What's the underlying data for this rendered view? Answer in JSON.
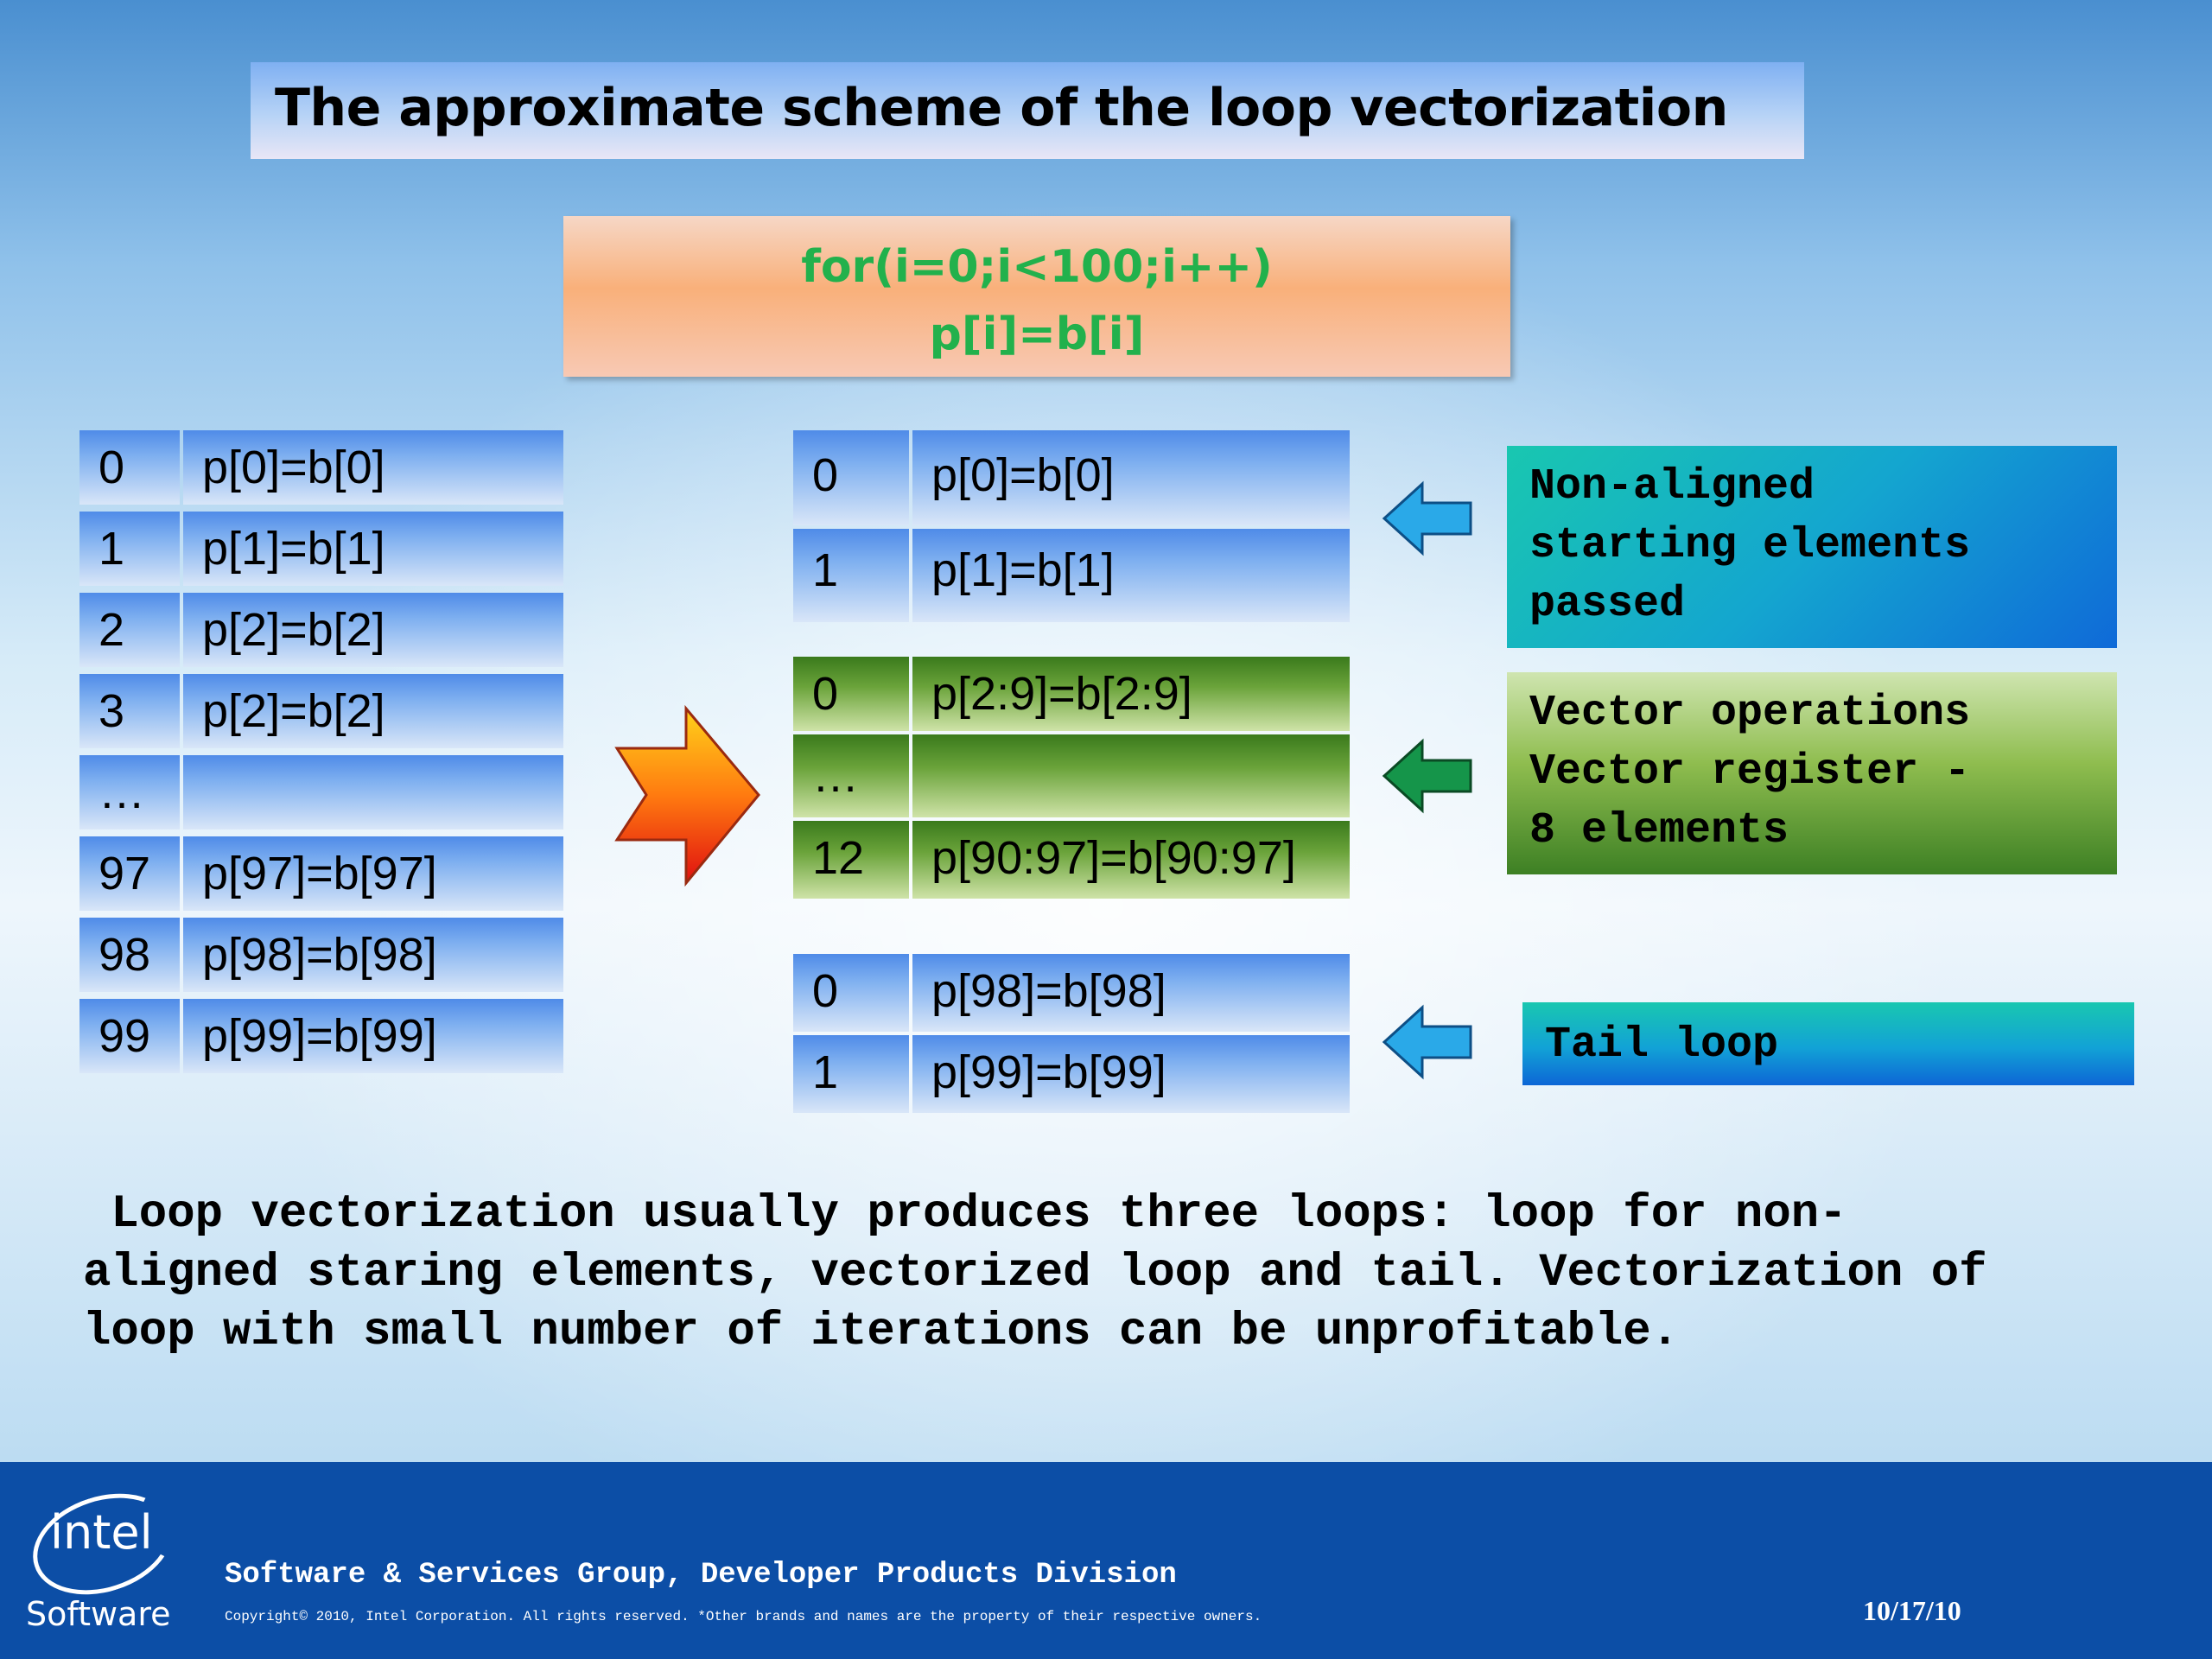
{
  "title": "The approximate scheme of  the loop vectorization",
  "code": {
    "line1": "for(i=0;i<100;i++)",
    "line2": "p[i]=b[i]"
  },
  "original_loop": [
    {
      "idx": "0",
      "expr": "p[0]=b[0]"
    },
    {
      "idx": "1",
      "expr": "p[1]=b[1]"
    },
    {
      "idx": "2",
      "expr": "p[2]=b[2]"
    },
    {
      "idx": "3",
      "expr": "p[2]=b[2]"
    },
    {
      "idx": "…",
      "expr": ""
    },
    {
      "idx": "97",
      "expr": "p[97]=b[97]"
    },
    {
      "idx": "98",
      "expr": "p[98]=b[98]"
    },
    {
      "idx": "99",
      "expr": "p[99]=b[99]"
    }
  ],
  "prologue_loop": [
    {
      "idx": "0",
      "expr": "p[0]=b[0]"
    },
    {
      "idx": "1",
      "expr": "p[1]=b[1]"
    }
  ],
  "vector_loop": [
    {
      "idx": "0",
      "expr": "p[2:9]=b[2:9]"
    },
    {
      "idx": "…",
      "expr": ""
    },
    {
      "idx": "12",
      "expr": "p[90:97]=b[90:97]"
    }
  ],
  "tail_loop": [
    {
      "idx": "0",
      "expr": "p[98]=b[98]"
    },
    {
      "idx": "1",
      "expr": "p[99]=b[99]"
    }
  ],
  "callouts": {
    "non_aligned": [
      "Non-aligned",
      "starting elements",
      "passed"
    ],
    "vector_ops": [
      "Vector operations",
      "Vector register -",
      "8 elements"
    ],
    "tail": "Tail loop"
  },
  "summary": [
    " Loop vectorization usually produces three loops: loop for non-",
    "aligned staring elements, vectorized loop and tail. Vectorization of",
    "loop with small number of iterations can be unprofitable."
  ],
  "footer": {
    "logo_word": "intel",
    "logo_sub": "Software",
    "group": "Software & Services Group, Developer Products Division",
    "copyright": "Copyright© 2010, Intel Corporation. All rights reserved. *Other brands and names are the property of their respective owners.",
    "date": "10/17/10"
  },
  "colors": {
    "code_text": "#22b14c",
    "footer_bg": "#0c4ea6",
    "arrow_blue": "#2aa9e8",
    "arrow_green": "#15954a"
  }
}
